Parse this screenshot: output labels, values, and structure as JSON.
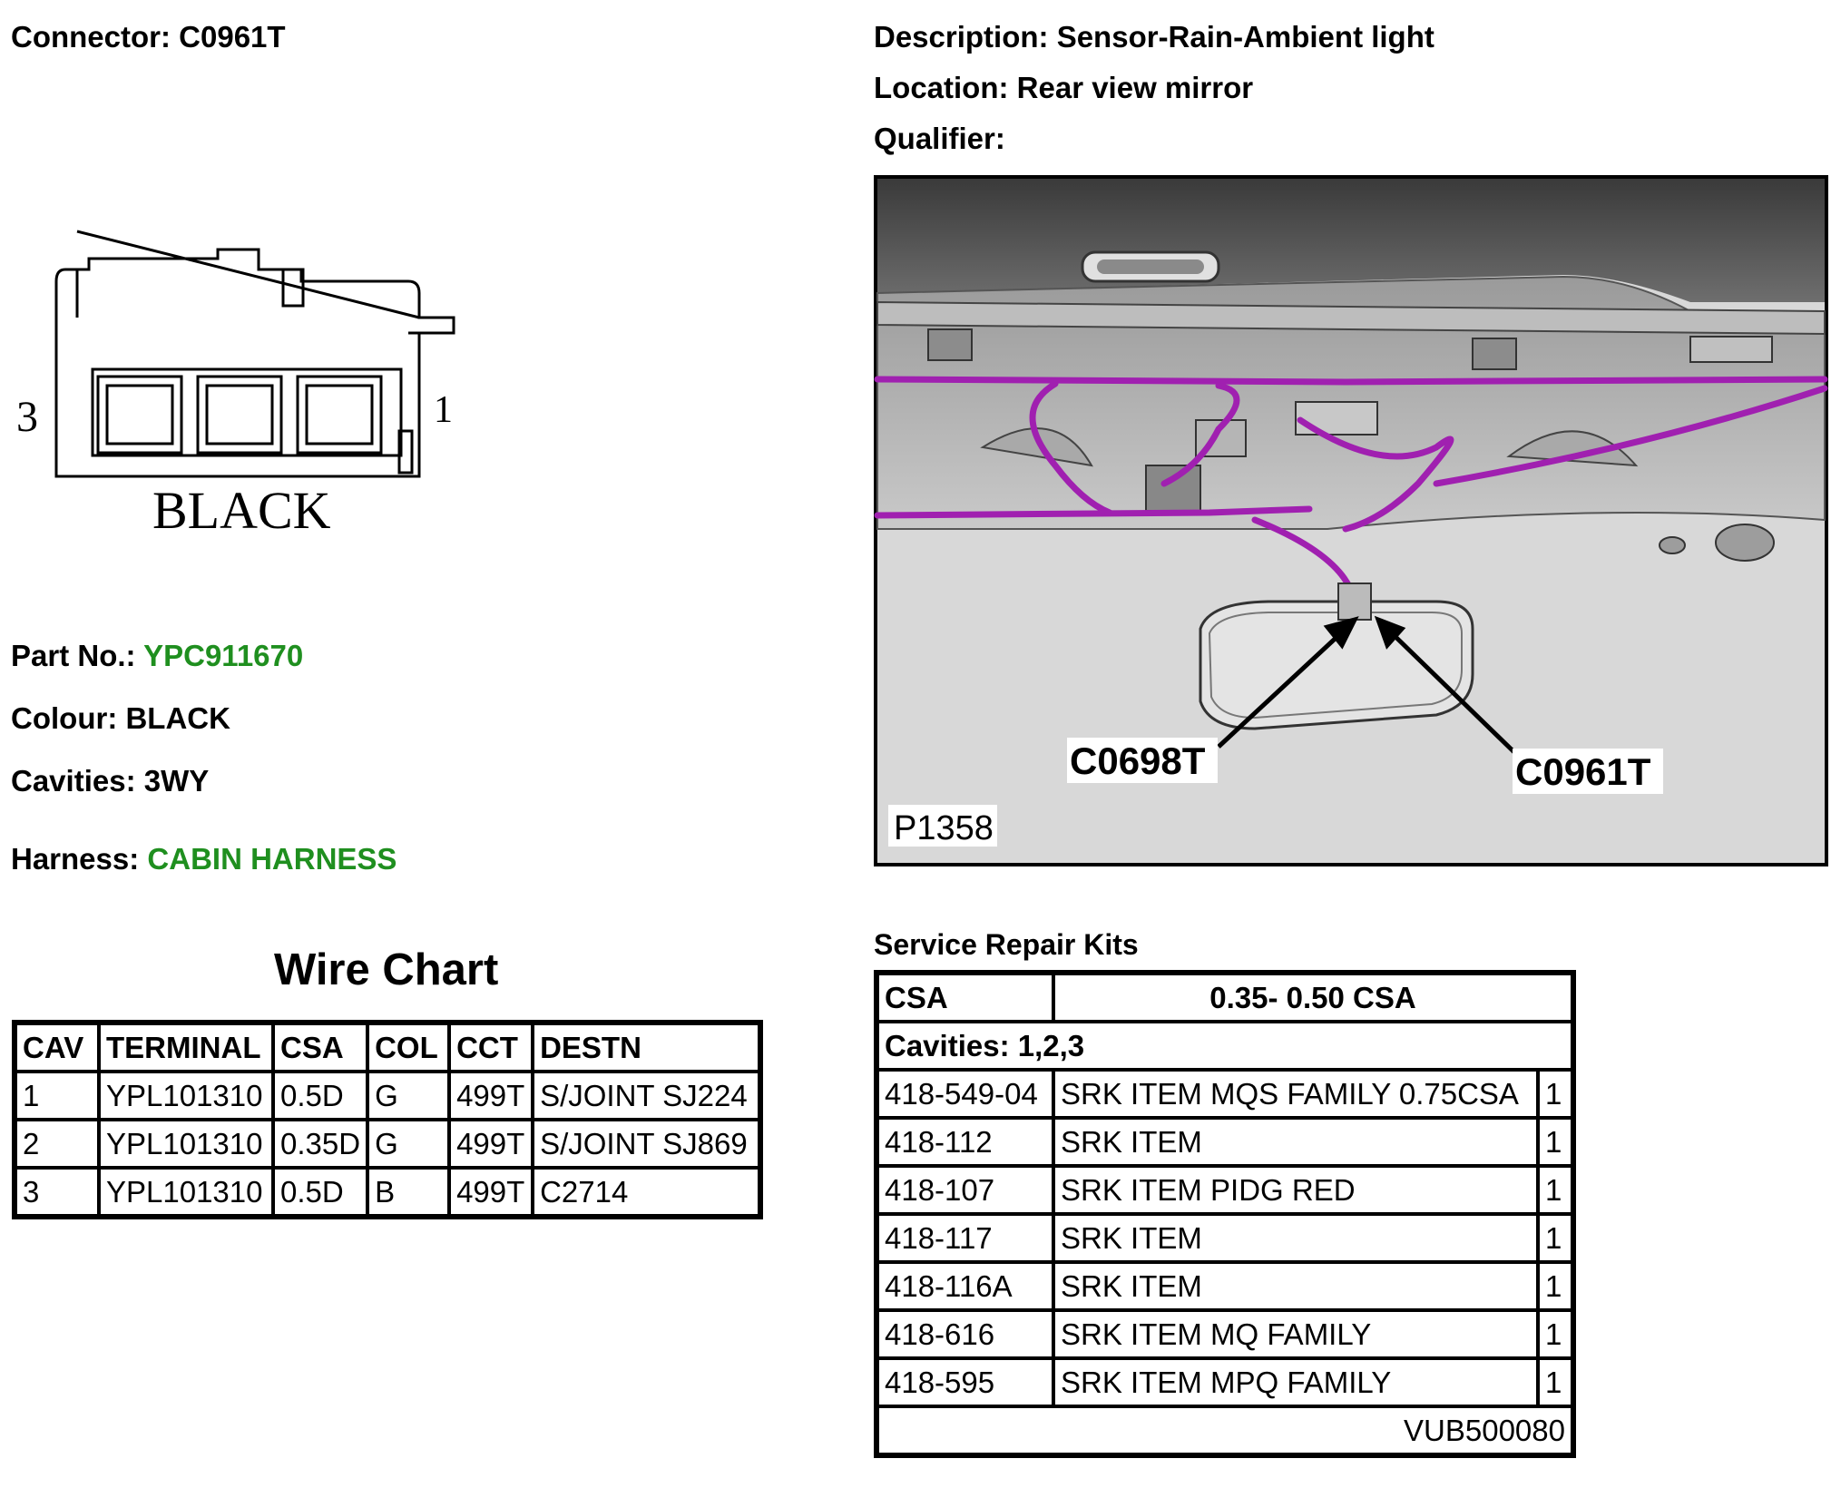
{
  "header": {
    "connector_label": "Connector: C0961T",
    "description_label": "Description: Sensor-Rain-Ambient light",
    "location_label": "Location: Rear view mirror",
    "qualifier_label": "Qualifier:"
  },
  "connector_diagram": {
    "pin_left": "3",
    "pin_right": "1",
    "colour_text": "BLACK"
  },
  "details": {
    "part_no_label": "Part No.:",
    "part_no_value": "YPC911670",
    "colour_label": "Colour: BLACK",
    "cavities_label": "Cavities: 3WY",
    "harness_label": "Harness:",
    "harness_value": "CABIN HARNESS"
  },
  "wire_chart": {
    "title": "Wire Chart",
    "headers": [
      "CAV",
      "TERMINAL",
      "CSA",
      "COL",
      "CCT",
      "DESTN"
    ],
    "rows": [
      [
        "1",
        "YPL101310",
        "0.5D",
        "G",
        "499T",
        "S/JOINT SJ224"
      ],
      [
        "2",
        "YPL101310",
        "0.35D",
        "G",
        "499T",
        "S/JOINT SJ869"
      ],
      [
        "3",
        "YPL101310",
        "0.5D",
        "B",
        "499T",
        "C2714"
      ]
    ]
  },
  "photo": {
    "callout_left": "C0698T",
    "callout_right": "C0961T",
    "figure_id": "P1358",
    "harness_color": "#a020b0"
  },
  "service_kits": {
    "title": "Service Repair Kits",
    "csa_label": "CSA",
    "csa_value": "0.35- 0.50 CSA",
    "cavities_label": "Cavities: 1,2,3",
    "items": [
      [
        "418-549-04",
        "SRK ITEM MQS FAMILY 0.75CSA",
        "1"
      ],
      [
        "418-112",
        "SRK ITEM",
        "1"
      ],
      [
        "418-107",
        "SRK ITEM PIDG RED",
        "1"
      ],
      [
        "418-117",
        "SRK ITEM",
        "1"
      ],
      [
        "418-116A",
        "SRK ITEM",
        "1"
      ],
      [
        "418-616",
        "SRK ITEM MQ FAMILY",
        "1"
      ],
      [
        "418-595",
        "SRK ITEM MPQ FAMILY",
        "1"
      ]
    ],
    "footer_code": "VUB500080"
  },
  "colors": {
    "accent_green": "#1f8f1f",
    "harness_purple": "#a020b0"
  }
}
